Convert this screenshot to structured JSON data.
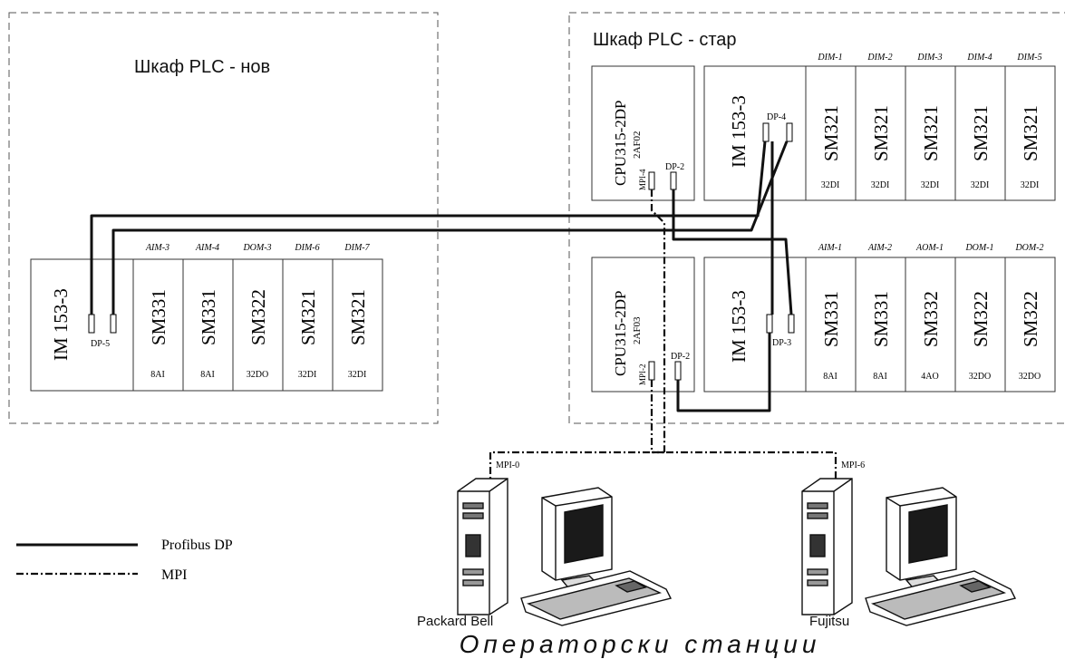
{
  "cabinets": {
    "new_label": "Шкаф PLC -  нов",
    "old_label": "Шкаф PLC -  стар"
  },
  "new_cabinet": {
    "im": {
      "name": "IM 153-3",
      "port": "DP-5"
    },
    "modules": [
      {
        "tag": "AIM-3",
        "name": "SM331",
        "desc": "8AI"
      },
      {
        "tag": "AIM-4",
        "name": "SM331",
        "desc": "8AI"
      },
      {
        "tag": "DOM-3",
        "name": "SM322",
        "desc": "32DO"
      },
      {
        "tag": "DIM-6",
        "name": "SM321",
        "desc": "32DI"
      },
      {
        "tag": "DIM-7",
        "name": "SM321",
        "desc": "32DI"
      }
    ]
  },
  "old_top": {
    "cpu": {
      "name": "CPU315-2DP",
      "code": "2AF02",
      "mpi": "MPI-4",
      "dp": "DP-2"
    },
    "im": {
      "name": "IM 153-3",
      "port": "DP-4"
    },
    "modules": [
      {
        "tag": "DIM-1",
        "name": "SM321",
        "desc": "32DI"
      },
      {
        "tag": "DIM-2",
        "name": "SM321",
        "desc": "32DI"
      },
      {
        "tag": "DIM-3",
        "name": "SM321",
        "desc": "32DI"
      },
      {
        "tag": "DIM-4",
        "name": "SM321",
        "desc": "32DI"
      },
      {
        "tag": "DIM-5",
        "name": "SM321",
        "desc": "32DI"
      }
    ]
  },
  "old_bottom": {
    "cpu": {
      "name": "CPU315-2DP",
      "code": "2AF03",
      "mpi": "MPI-2",
      "dp": "DP-2"
    },
    "im": {
      "name": "IM 153-3",
      "port": "DP-3"
    },
    "modules": [
      {
        "tag": "AIM-1",
        "name": "SM331",
        "desc": "8AI"
      },
      {
        "tag": "AIM-2",
        "name": "SM331",
        "desc": "8AI"
      },
      {
        "tag": "AOM-1",
        "name": "SM332",
        "desc": "4AO"
      },
      {
        "tag": "DOM-1",
        "name": "SM322",
        "desc": "32DO"
      },
      {
        "tag": "DOM-2",
        "name": "SM322",
        "desc": "32DO"
      }
    ]
  },
  "stations": {
    "left": {
      "mpi": "MPI-0",
      "name": "Packard Bell"
    },
    "right": {
      "mpi": "MPI-6",
      "name": "Fujitsu"
    },
    "caption": "Операторски станции"
  },
  "legend": {
    "profibus": "Profibus DP",
    "mpi": "MPI"
  }
}
